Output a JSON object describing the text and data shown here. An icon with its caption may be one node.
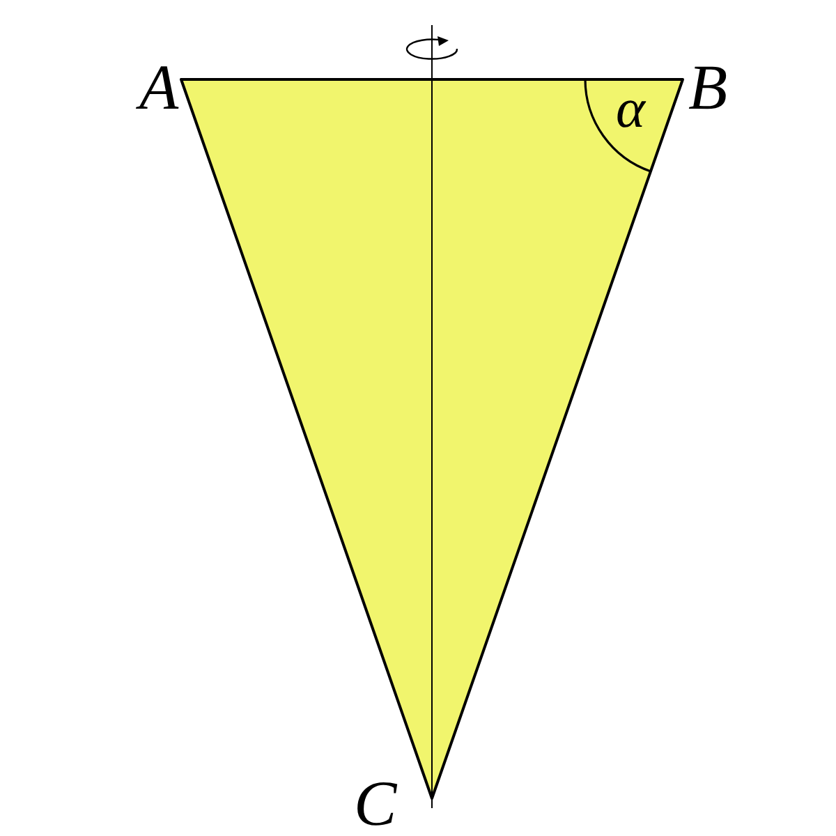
{
  "diagram": {
    "labels": [
      "A",
      "B",
      "α",
      "C"
    ]
  }
}
